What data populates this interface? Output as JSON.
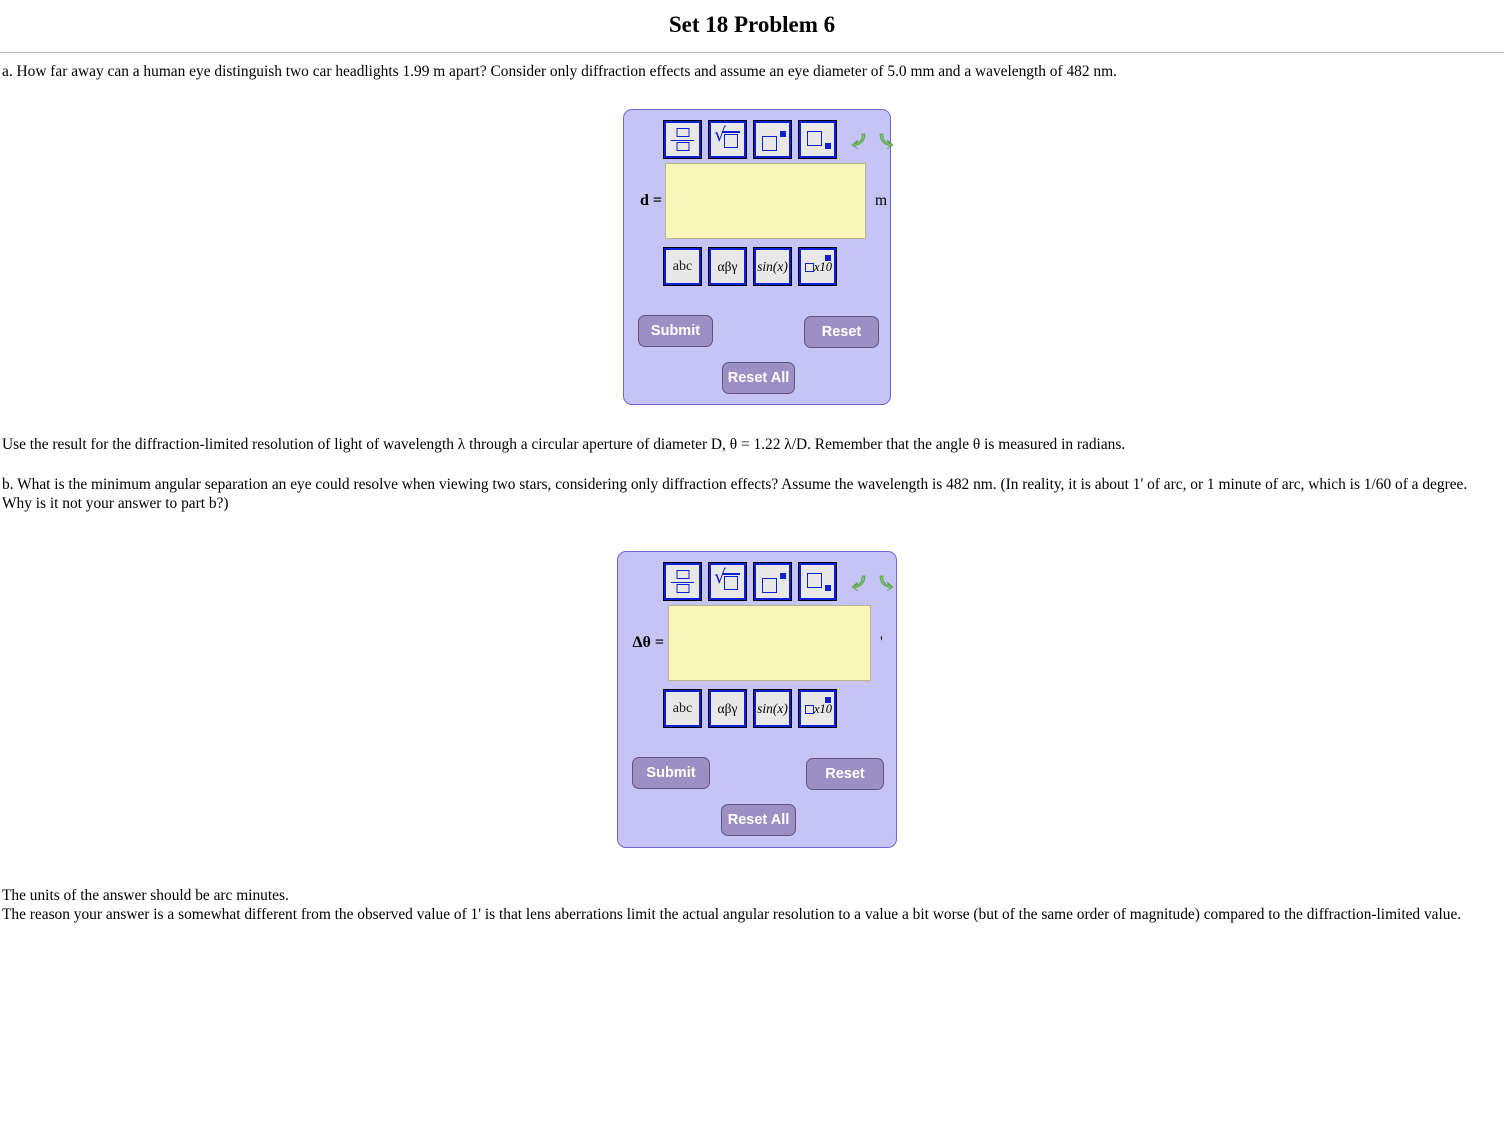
{
  "page": {
    "title": "Set 18 Problem 6"
  },
  "problem": {
    "part_a": "a. How far away can a human eye distinguish two car headlights 1.99 m apart? Consider only diffraction effects and assume an eye diameter of 5.0 mm and a wavelength of 482 nm.",
    "hint": "Use the result for the diffraction-limited resolution of light of wavelength λ through a circular aperture of diameter D, θ = 1.22 λ/D. Remember that the angle θ is measured in radians.",
    "part_b": "b. What is the minimum angular separation an eye could resolve when viewing two stars, considering only diffraction effects? Assume the wavelength is 482 nm. (In reality, it is about 1' of arc, or 1 minute of arc, which is 1/60 of a degree. Why is it not your answer to part b?)",
    "note_units": "The units of the answer should be arc minutes.",
    "note_reason": "The reason your answer is a somewhat different from the observed value of 1' is that lens aberrations limit the actual angular resolution to a value a bit worse (but of the same order of magnitude) compared to the diffraction-limited value."
  },
  "widget_a": {
    "answer_label": "d =",
    "answer_value": "",
    "answer_placeholder": "",
    "unit": "m",
    "toolbar_top": [
      {
        "name": "fraction-button",
        "label": "fraction"
      },
      {
        "name": "sqrt-button",
        "label": "square-root"
      },
      {
        "name": "superscript-button",
        "label": "superscript"
      },
      {
        "name": "subscript-button",
        "label": "subscript"
      }
    ],
    "toolbar_bottom": [
      {
        "name": "abc-button",
        "label": "abc"
      },
      {
        "name": "greek-button",
        "label": "αβγ"
      },
      {
        "name": "function-button",
        "label": "sin(x)"
      },
      {
        "name": "scientific-notation-button",
        "label": "x10"
      }
    ],
    "undo_label": "undo",
    "redo_label": "redo",
    "submit_label": "Submit",
    "reset_label": "Reset",
    "reset_all_label": "Reset All"
  },
  "widget_b": {
    "answer_label": "Δθ =",
    "answer_value": "",
    "answer_placeholder": "",
    "unit": "'",
    "toolbar_top": [
      {
        "name": "fraction-button",
        "label": "fraction"
      },
      {
        "name": "sqrt-button",
        "label": "square-root"
      },
      {
        "name": "superscript-button",
        "label": "superscript"
      },
      {
        "name": "subscript-button",
        "label": "subscript"
      }
    ],
    "toolbar_bottom": [
      {
        "name": "abc-button",
        "label": "abc"
      },
      {
        "name": "greek-button",
        "label": "αβγ"
      },
      {
        "name": "function-button",
        "label": "sin(x)"
      },
      {
        "name": "scientific-notation-button",
        "label": "x10"
      }
    ],
    "undo_label": "undo",
    "redo_label": "redo",
    "submit_label": "Submit",
    "reset_label": "Reset",
    "reset_all_label": "Reset All"
  },
  "colors": {
    "panel_background": "#c6c4f4",
    "panel_border": "#6c6ad0",
    "input_background": "#f8f6b9",
    "button_background": "#9b8fc4",
    "glyph_blue": "#0f1fd4",
    "arrow_green": "#7cc46a"
  }
}
